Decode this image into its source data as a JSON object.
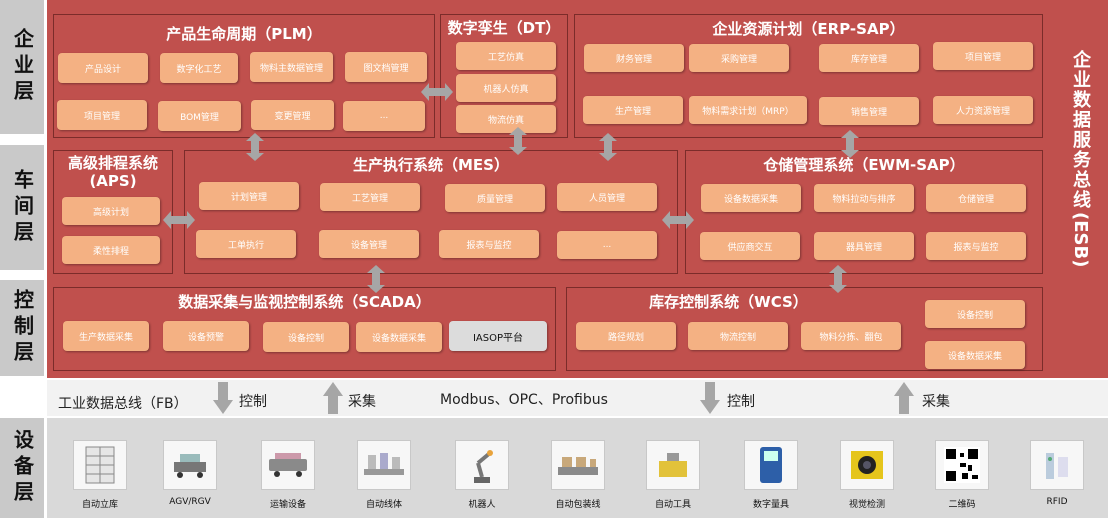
{
  "layers": {
    "enterprise": "企业层",
    "workshop": "车间层",
    "control": "控制层",
    "device": "设备层"
  },
  "esb": {
    "chars": "企业数据服务总线",
    "sub": "(ESB)"
  },
  "plm": {
    "title": "产品生命周期（PLM）",
    "modules": [
      "产品设计",
      "数字化工艺",
      "物料主数据管理",
      "图文档管理",
      "项目管理",
      "BOM管理",
      "变更管理",
      "..."
    ]
  },
  "dt": {
    "title": "数字孪生（DT）",
    "modules": [
      "工艺仿真",
      "机器人仿真",
      "物流仿真"
    ]
  },
  "erp": {
    "title": "企业资源计划（ERP-SAP）",
    "modules": [
      "财务管理",
      "采购管理",
      "库存管理",
      "项目管理",
      "生产管理",
      "物料需求计划（MRP）",
      "销售管理",
      "人力资源管理"
    ]
  },
  "aps": {
    "title_line1": "高级排程系统",
    "title_line2": "(APS)",
    "modules": [
      "高级计划",
      "柔性排程"
    ]
  },
  "mes": {
    "title": "生产执行系统（MES）",
    "modules": [
      "计划管理",
      "工艺管理",
      "质量管理",
      "人员管理",
      "工单执行",
      "设备管理",
      "报表与监控",
      "..."
    ]
  },
  "ewm": {
    "title": "仓储管理系统（EWM-SAP）",
    "modules": [
      "设备数据采集",
      "物料拉动与排序",
      "仓储管理",
      "供应商交互",
      "器具管理",
      "报表与监控"
    ]
  },
  "scada": {
    "title": "数据采集与监视控制系统（SCADA）",
    "modules": [
      "生产数据采集",
      "设备预警",
      "设备控制",
      "设备数据采集",
      "IASOP平台"
    ]
  },
  "wcs": {
    "title": "库存控制系统（WCS）",
    "modules": [
      "路径规划",
      "物流控制",
      "物料分拣、翻包",
      "设备控制",
      "设备数据采集"
    ]
  },
  "fieldbus": {
    "label": "工业数据总线（FB）",
    "control_1": "控制",
    "collect_1": "采集",
    "protocols": "Modbus、OPC、Profibus",
    "control_2": "控制",
    "collect_2": "采集"
  },
  "devices": [
    "自动立库",
    "AGV/RGV",
    "运输设备",
    "自动线体",
    "机器人",
    "自动包装线",
    "自动工具",
    "数字量具",
    "视觉检测",
    "二维码",
    "RFID"
  ],
  "colors": {
    "red": "#c0504d",
    "module": "#f4b183",
    "layer": "#c9c9c9",
    "arrow": "#a6a6a6"
  }
}
